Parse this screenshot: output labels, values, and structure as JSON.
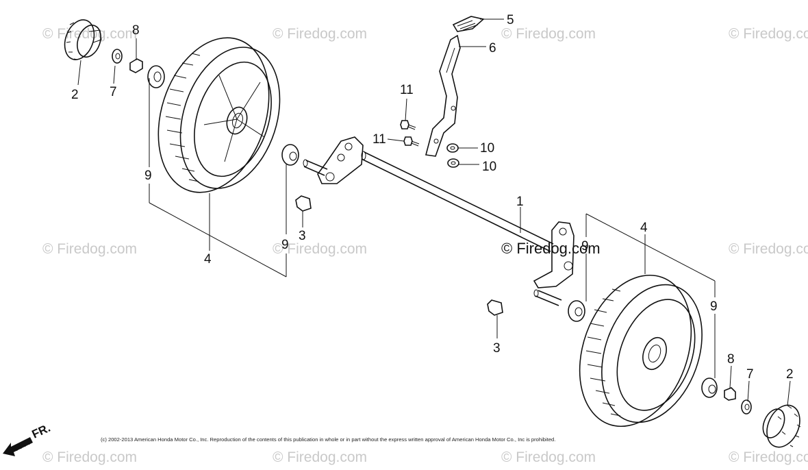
{
  "watermark": "© Firedog.com",
  "copyright": "(c) 2002-2013 American Honda Motor Co., Inc. Reproduction of the contents of this publication in whole or in part without the express written approval of American Honda Motor Co., Inc is prohibited.",
  "direction_label": "FR.",
  "callouts": {
    "c1": "1",
    "c2a": "2",
    "c2b": "2",
    "c3a": "3",
    "c3b": "3",
    "c4a": "4",
    "c4b": "4",
    "c5": "5",
    "c6": "6",
    "c7a": "7",
    "c7b": "7",
    "c8a": "8",
    "c8b": "8",
    "c9a": "9",
    "c9b": "9",
    "c9c": "9",
    "c9d": "9",
    "c10a": "10",
    "c10b": "10",
    "c11a": "11",
    "c11b": "11"
  }
}
